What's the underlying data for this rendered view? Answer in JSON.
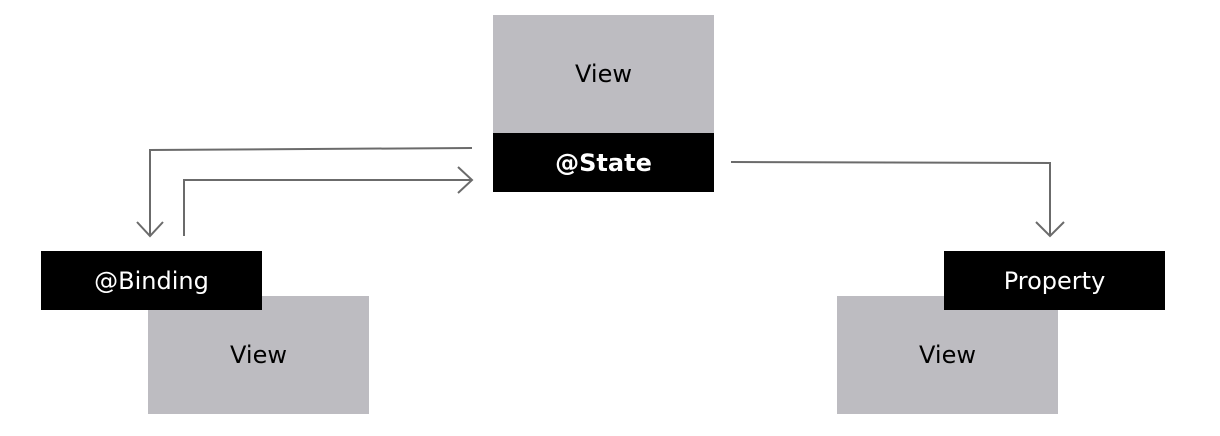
{
  "diagram": {
    "state_view": {
      "view_label": "View",
      "state_label": "@State"
    },
    "binding_view": {
      "binding_label": "@Binding",
      "view_label": "View"
    },
    "property_view": {
      "property_label": "Property",
      "view_label": "View"
    },
    "colors": {
      "view_fill": "#bdbcc1",
      "label_fill": "#000000",
      "label_text": "#ffffff",
      "connector": "#6b6b6b"
    }
  }
}
